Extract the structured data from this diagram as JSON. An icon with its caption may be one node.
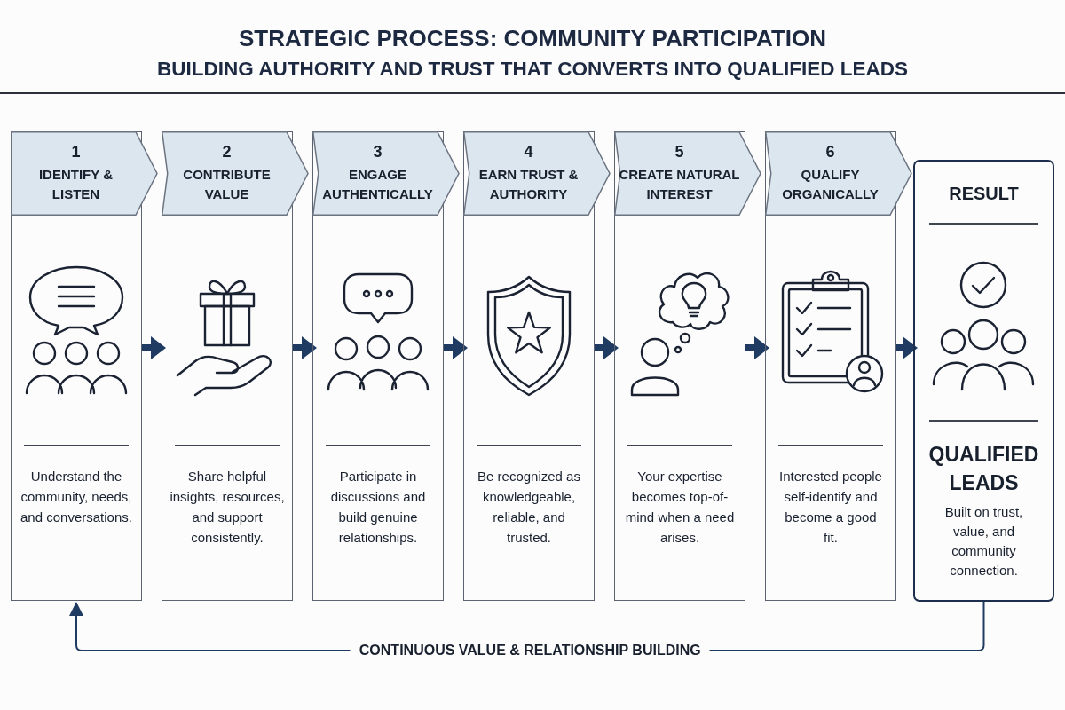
{
  "diagram": {
    "title": "STRATEGIC PROCESS: COMMUNITY PARTICIPATION",
    "nodes": [
      {
        "text": [
          "1",
          "IDENTIFY & LISTEN",
          "Understand the community, needs, and conversations."
        ]
      },
      {
        "text": [
          "2",
          "CONTRIBUTE VALUE",
          "Share helpful insights, resources, and support consistently."
        ]
      },
      {
        "text": [
          "3",
          "ENGAGE AUTHENTICALLY",
          "Participate in discussions and build genuine relationships."
        ]
      },
      {
        "text": [
          "4",
          "EARN TRUST & AUTHORITY",
          "Be recognized as knowledgeable, reliable, and trusted."
        ]
      },
      {
        "text": [
          "5",
          "CREATE NATURAL INTEREST",
          "Your expertise becomes top-of-mind when a need arises."
        ]
      },
      {
        "text": [
          "6",
          "QUALIFY ORGANICALLY",
          "Interested people self-identify and become a good fit."
        ]
      },
      {
        "text": [
          "RESULT",
          "QUALIFIED LEADS",
          "Built on trust, value, and community connection."
        ]
      }
    ],
    "edges": [
      {
        "from": 0,
        "to": 1,
        "arrow": "to"
      },
      {
        "from": 1,
        "to": 2,
        "arrow": "to"
      },
      {
        "from": 2,
        "to": 3,
        "arrow": "to"
      },
      {
        "from": 3,
        "to": 4,
        "arrow": "to"
      },
      {
        "from": 4,
        "to": 5,
        "arrow": "to"
      },
      {
        "from": 5,
        "to": 6,
        "arrow": "to"
      },
      {
        "from": 6,
        "to": 0,
        "arrow": "to",
        "label": "CONTINUOUS VALUE & RELATIONSHIP BUILDING"
      }
    ],
    "labels": [
      "BUILDING AUTHORITY AND TRUST THAT CONVERTS INTO QUALIFIED LEADS"
    ]
  }
}
